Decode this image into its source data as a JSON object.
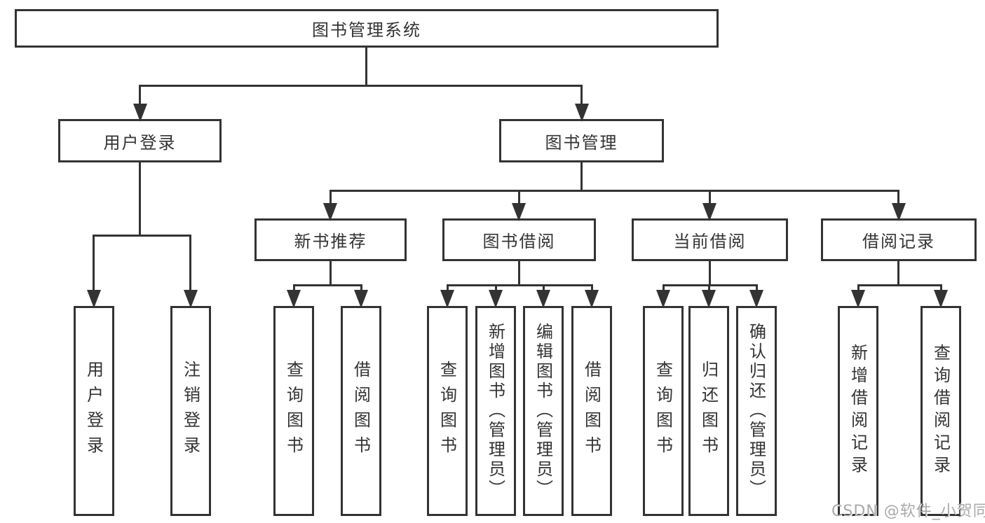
{
  "diagram": {
    "tree": {
      "label": "图书管理系统",
      "children": [
        {
          "label": "用户登录",
          "children": [
            {
              "label": "用户登录"
            },
            {
              "label": "注销登录"
            }
          ]
        },
        {
          "label": "图书管理",
          "children": [
            {
              "label": "新书推荐",
              "children": [
                {
                  "label": "查询图书"
                },
                {
                  "label": "借阅图书"
                }
              ]
            },
            {
              "label": "图书借阅",
              "children": [
                {
                  "label": "查询图书"
                },
                {
                  "label": "新增图书（管理员）"
                },
                {
                  "label": "编辑图书（管理员）"
                },
                {
                  "label": "借阅图书"
                }
              ]
            },
            {
              "label": "当前借阅",
              "children": [
                {
                  "label": "查询图书"
                },
                {
                  "label": "归还图书"
                },
                {
                  "label": "确认归还（管理员）"
                }
              ]
            },
            {
              "label": "借阅记录",
              "children": [
                {
                  "label": "新增借阅记录"
                },
                {
                  "label": "查询借阅记录"
                }
              ]
            }
          ]
        }
      ]
    },
    "colors": {
      "line": "#333333",
      "box_border": "#333333",
      "text": "#333333",
      "background": "#ffffff",
      "watermark": "#a9a9a9"
    }
  },
  "watermark": {
    "text": "CSDN @软件_小贺同学"
  }
}
